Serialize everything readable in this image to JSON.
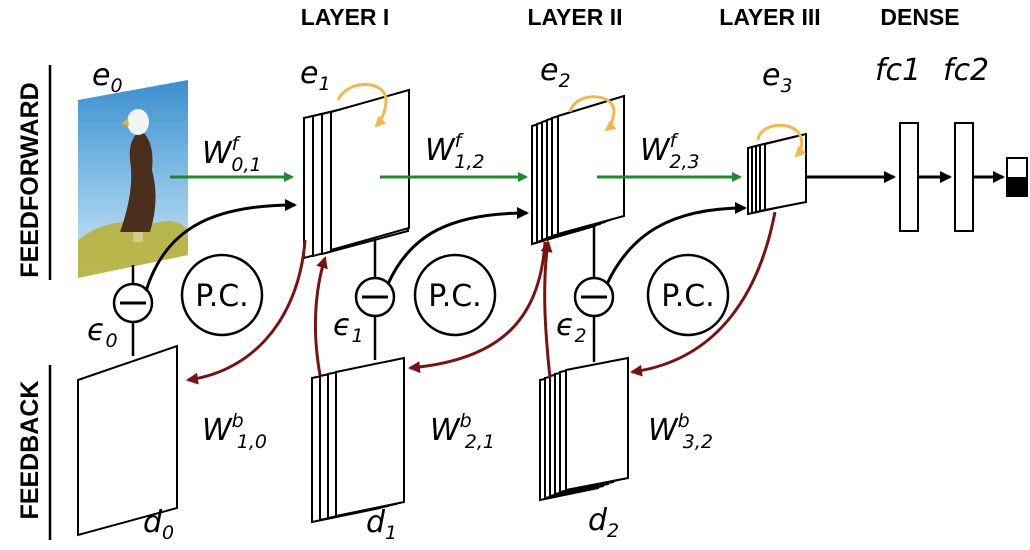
{
  "headers": {
    "layer1": "LAYER I",
    "layer2": "LAYER II",
    "layer3": "LAYER III",
    "dense": "DENSE"
  },
  "side_labels": {
    "feedforward": "FEEDFORWARD",
    "feedback": "FEEDBACK"
  },
  "nodes": {
    "e": [
      {
        "base": "e",
        "sub": "0"
      },
      {
        "base": "e",
        "sub": "1"
      },
      {
        "base": "e",
        "sub": "2"
      },
      {
        "base": "e",
        "sub": "3"
      }
    ],
    "d": [
      {
        "base": "d",
        "sub": "0"
      },
      {
        "base": "d",
        "sub": "1"
      },
      {
        "base": "d",
        "sub": "2"
      }
    ],
    "eps": [
      {
        "base": "ϵ",
        "sub": "0"
      },
      {
        "base": "ϵ",
        "sub": "1"
      },
      {
        "base": "ϵ",
        "sub": "2"
      }
    ],
    "fc": [
      "fc1",
      "fc2"
    ]
  },
  "weights": {
    "forward": [
      {
        "base": "W",
        "sup": "f",
        "sub": "0,1"
      },
      {
        "base": "W",
        "sup": "f",
        "sub": "1,2"
      },
      {
        "base": "W",
        "sup": "f",
        "sub": "2,3"
      }
    ],
    "backward": [
      {
        "base": "W",
        "sup": "b",
        "sub": "1,0"
      },
      {
        "base": "W",
        "sup": "b",
        "sub": "2,1"
      },
      {
        "base": "W",
        "sup": "b",
        "sub": "3,2"
      }
    ]
  },
  "pc_label": "P.C.",
  "minus_symbol": "−",
  "colors": {
    "feedforward_arrow": "#1e8a2e",
    "feedback_arrow": "#7a1212",
    "recurrent_arrow": "#f2b84b"
  },
  "icons": {
    "input_image": "bald-eagle-photo",
    "output": "class-probability-bar-icon"
  }
}
